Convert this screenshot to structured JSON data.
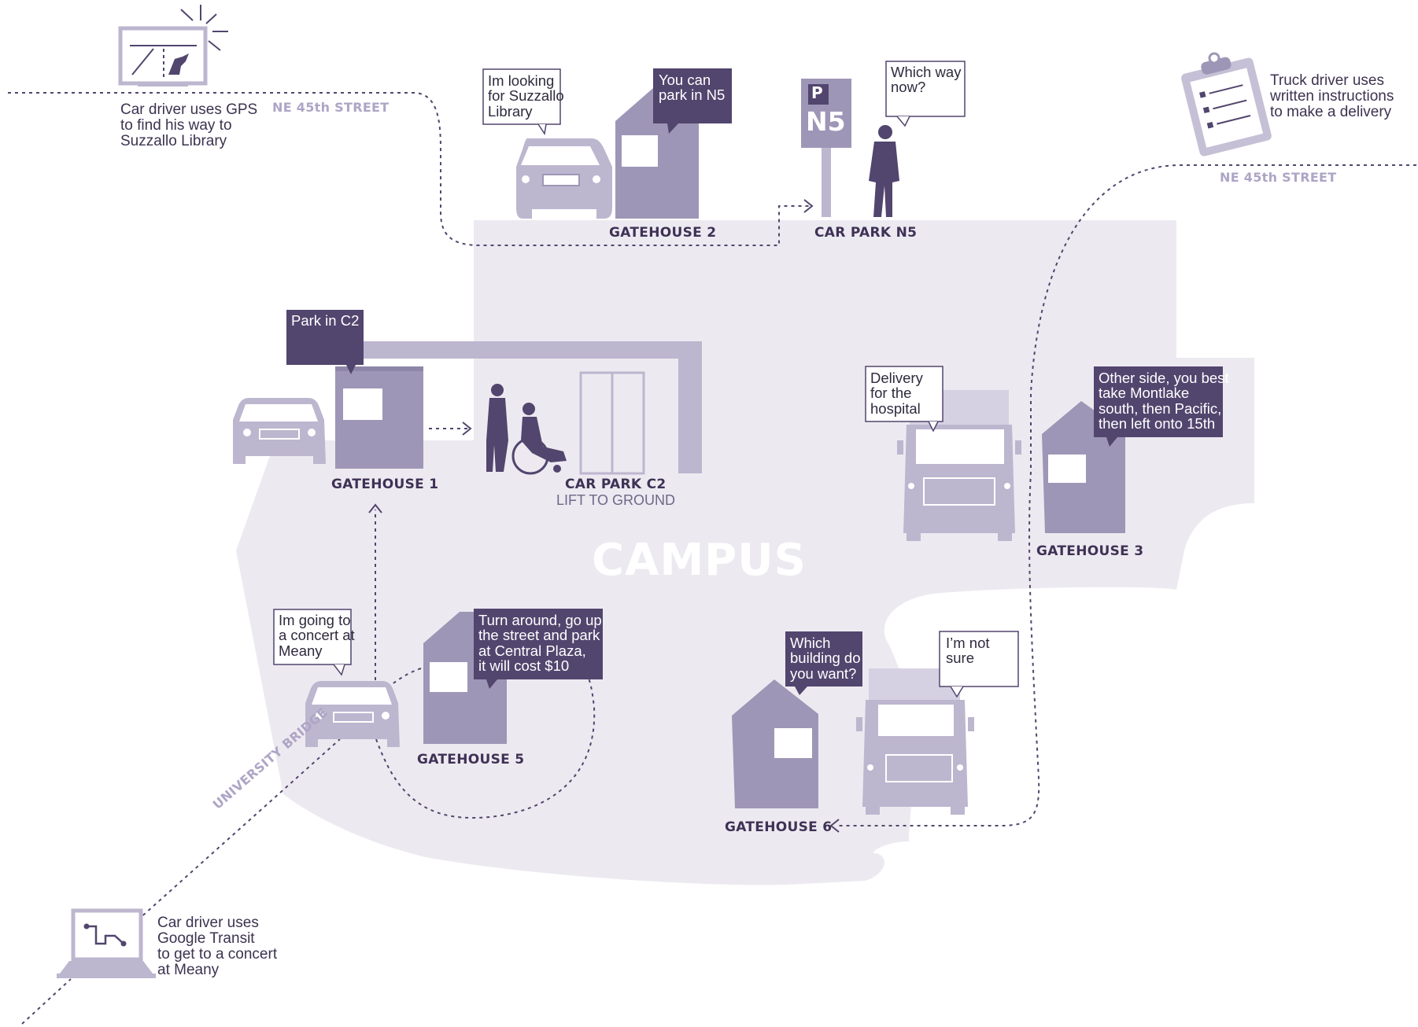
{
  "colors": {
    "campus_bg": "#eceaf0",
    "primary_purple": "#52456e",
    "mid_purple": "#9e96b6",
    "light_purple": "#bdb6cf",
    "label_text": "#3f3156",
    "street_text": "#aea5c6"
  },
  "icons": [
    "gps-monitor-icon",
    "clipboard-icon",
    "laptop-route-icon",
    "car-icon",
    "truck-icon",
    "gatehouse-icon",
    "wheelchair-icon",
    "parking-sign-icon"
  ],
  "captions": {
    "gps": [
      "Car driver uses GPS",
      "to find his way to",
      "Suzzallo Library"
    ],
    "truck": [
      "Truck driver uses",
      "written instructions",
      "to make a delivery"
    ],
    "transit": [
      "Car driver uses",
      "Google Transit",
      "to get to a concert",
      "at Meany"
    ]
  },
  "streets": {
    "ne45_left": "NE 45th STREET",
    "ne45_right": "NE 45th STREET",
    "bridge": "UNIVERSITY BRIDGE"
  },
  "campus_label": "CAMPUS",
  "locations": {
    "gatehouse1": "GATEHOUSE 1",
    "gatehouse2": "GATEHOUSE 2",
    "gatehouse3": "GATEHOUSE 3",
    "gatehouse5": "GATEHOUSE 5",
    "gatehouse6": "GATEHOUSE 6",
    "carpark_n5": "CAR PARK N5",
    "carpark_c2": "CAR PARK C2",
    "carpark_c2_sub": "LIFT TO GROUND"
  },
  "sign": {
    "p": "P",
    "lot": "N5"
  },
  "bubbles": {
    "suzzallo": [
      "Im looking",
      "for Suzzallo",
      "Library"
    ],
    "park_n5": [
      "You can",
      "park in N5"
    ],
    "which_way": [
      "Which way",
      "now?"
    ],
    "park_c2": [
      "Park in C2"
    ],
    "delivery": [
      "Delivery",
      "for the",
      "hospital"
    ],
    "other_side": [
      "Other side, you best",
      "take Montlake",
      "south, then Pacific,",
      "then left onto 15th"
    ],
    "concert": [
      "Im going to",
      "a concert at",
      "Meany"
    ],
    "turn_around": [
      "Turn around, go up",
      "the street and park",
      "at Central Plaza,",
      "it will cost $10"
    ],
    "which_building": [
      "Which",
      "building do",
      "you want?"
    ],
    "not_sure": [
      "I’m not",
      "sure"
    ]
  }
}
